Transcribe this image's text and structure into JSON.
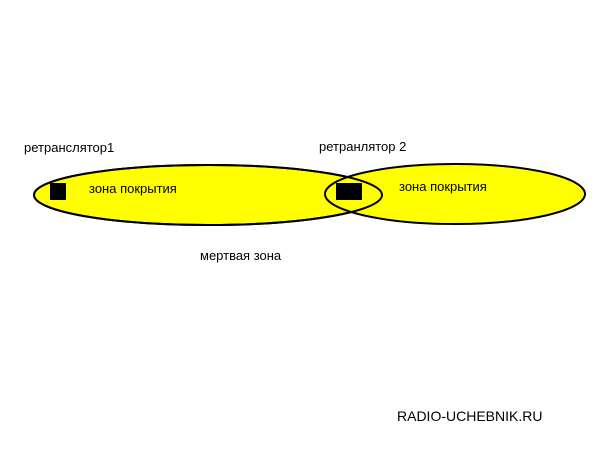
{
  "diagram": {
    "repeater1_label": "ретранслятор1",
    "repeater2_label": "ретранлятор 2",
    "zone1_label": "зона покрытия",
    "zone2_label": "зона покрытия",
    "dead_zone_label": "мертвая зона",
    "watermark": "RADIO-UCHEBNIK.RU"
  },
  "colors": {
    "coverage_fill": "#ffff00",
    "outline": "#000000",
    "repeater": "#000000",
    "background": "#ffffff"
  }
}
